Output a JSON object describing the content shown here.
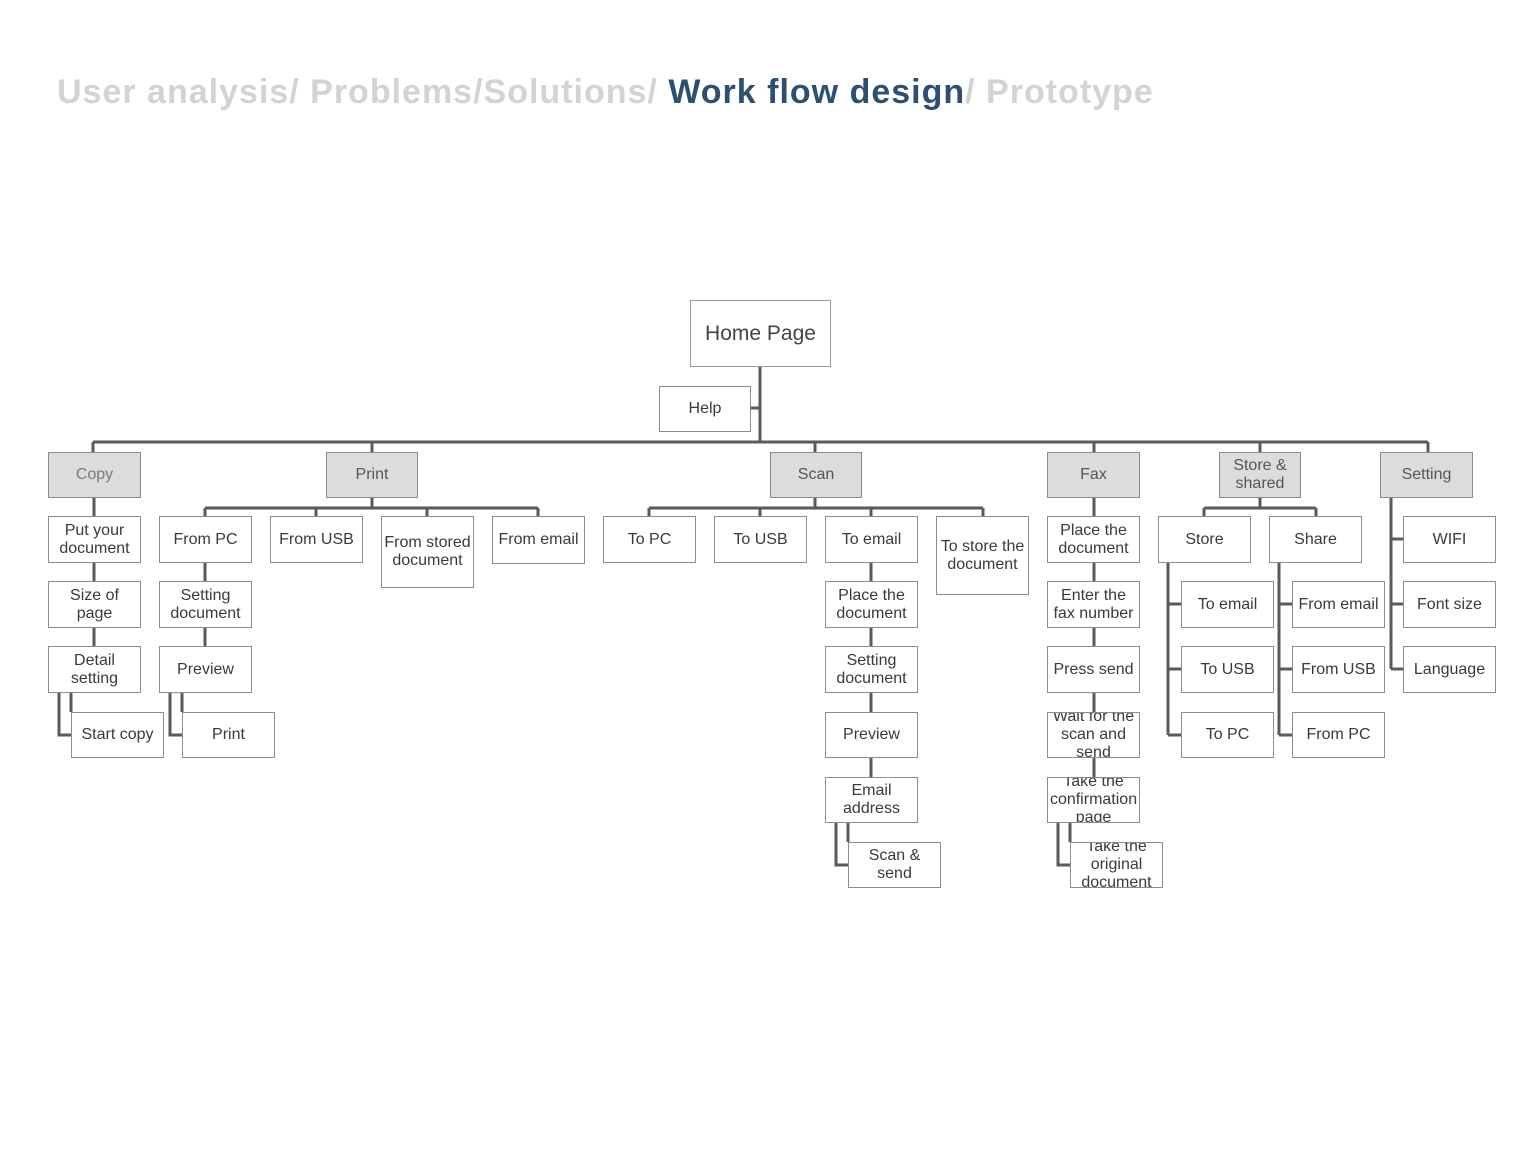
{
  "header": {
    "segments": [
      {
        "text": "User analysis/ Problems/Solutions/ ",
        "active": false
      },
      {
        "text": "Work flow design",
        "active": true
      },
      {
        "text": "/ Prototype",
        "active": false
      }
    ]
  },
  "colors": {
    "active": "#2d4f72",
    "inactive": "#d3d3d3",
    "line": "#5a5a5a",
    "category_fill": "#dcdcdc"
  },
  "diagram": {
    "root": "Home Page",
    "help": "Help",
    "categories": [
      {
        "label": "Copy",
        "steps": [
          "Put your document",
          "Size of page",
          "Detail setting",
          "Start copy"
        ]
      },
      {
        "label": "Print",
        "options": [
          {
            "label": "From PC",
            "steps": [
              "Setting document",
              "Preview",
              "Print"
            ]
          },
          {
            "label": "From USB"
          },
          {
            "label": "From stored document"
          },
          {
            "label": "From email"
          }
        ]
      },
      {
        "label": "Scan",
        "options": [
          {
            "label": "To PC"
          },
          {
            "label": "To USB"
          },
          {
            "label": "To email",
            "steps": [
              "Place the document",
              "Setting document",
              "Preview",
              "Email address",
              "Scan & send"
            ]
          },
          {
            "label": "To store the document"
          }
        ]
      },
      {
        "label": "Fax",
        "steps": [
          "Place the document",
          "Enter the fax number",
          "Press send",
          "Wait for the scan and send",
          "Take the confirmation page",
          "Take the original document"
        ]
      },
      {
        "label": "Store & shared",
        "options": [
          {
            "label": "Store",
            "items": [
              "To email",
              "To USB",
              "To PC"
            ]
          },
          {
            "label": "Share",
            "items": [
              "From email",
              "From USB",
              "From PC"
            ]
          }
        ]
      },
      {
        "label": "Setting",
        "items": [
          "WIFI",
          "Font size",
          "Language"
        ]
      }
    ]
  }
}
